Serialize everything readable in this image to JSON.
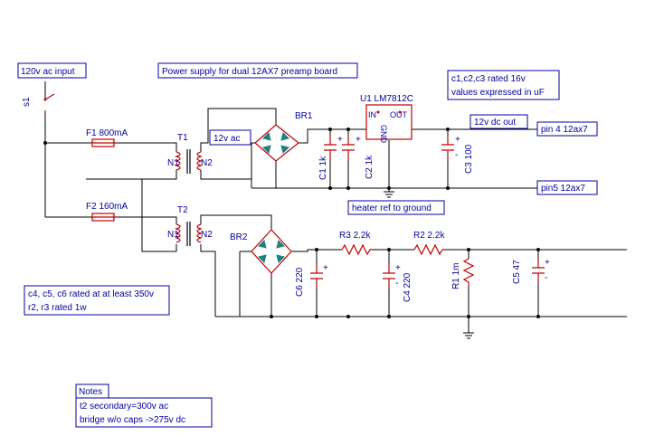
{
  "title_box": "Power supply for dual 12AX7 preamp board",
  "input_box": "120v ac input",
  "note_caps_lv": [
    "c1,c2,c3 rated 16v",
    "values expressed in uF"
  ],
  "note_caps_hv": [
    "c4, c5, c6 rated at at least 350v",
    "r2, r3 rated 1w"
  ],
  "notes_title": "Notes",
  "notes_lines": [
    "t2 secondary=300v ac",
    "bridge w/o caps ->275v dc"
  ],
  "net_labels": {
    "ac12": "12v ac",
    "dc_out": "12v dc out",
    "pin4": "pin 4 12ax7",
    "pin5": "pin5 12ax7",
    "heater_ref": "heater ref to ground"
  },
  "components": {
    "s1": "s1",
    "f1": "F1 800mA",
    "f2": "F2 160mA",
    "t1": "T1",
    "t2": "T2",
    "n1a": "N1",
    "n2a": "N2",
    "n1b": "N1",
    "n2b": "N2",
    "br1": "BR1",
    "br2": "BR2",
    "u1": "U1 LM7812C",
    "u1_in": "IN",
    "u1_out": "OUT",
    "u1_gnd": "GND",
    "c1": "C1 1k",
    "c2": "C2 1k",
    "c3": "C3 100",
    "c4": "C4 220",
    "c5": "C5 47",
    "c6": "C6 220",
    "r1": "R1 1m",
    "r2": "R2 2.2k",
    "r3": "R3 2.2k",
    "plus": "+",
    "minus": "-"
  },
  "colors": {
    "wire": "#000000",
    "component": "#c00000",
    "label": "#0000a0",
    "diode": "#208080"
  }
}
